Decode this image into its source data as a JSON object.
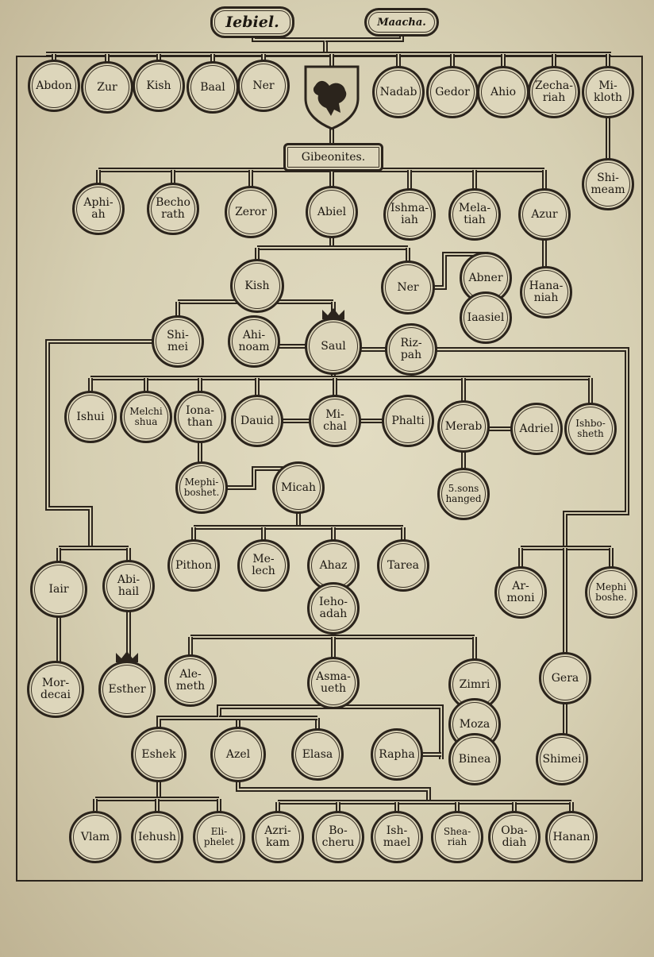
{
  "colors": {
    "ink": "#2b241c",
    "paper": "#ddd6bb",
    "background": "#d6cfb2"
  },
  "header": {
    "left_name": "Iebiel.",
    "right_name": "Maacha."
  },
  "crest": {
    "icon": "heraldic-shield-icon"
  },
  "banner": {
    "label": "Gibeonites."
  },
  "nodes": {
    "abdon": "Abdon",
    "zur": "Zur",
    "kish1": "Kish",
    "baal": "Baal",
    "ner1": "Ner",
    "nadab": "Nadab",
    "gedor": "Gedor",
    "ahio": "Ahio",
    "zechariah": "Zecha-\nriah",
    "mikloth": "Mi-\nkloth",
    "shimeam": "Shi-\nmeam",
    "aphiah": "Aphi-\nah",
    "bechorath": "Becho\nrath",
    "zeror": "Zeror",
    "abiel": "Abiel",
    "ishmaiah": "Ishma-\niah",
    "melatiah": "Mela-\ntiah",
    "azur": "Azur",
    "kish2": "Kish",
    "ner2": "Ner",
    "abner": "Abner",
    "iaasiel": "Iaasiel",
    "hananiah": "Hana-\nniah",
    "shimei1": "Shi-\nmei",
    "ahinoam": "Ahi-\nnoam",
    "saul": "Saul",
    "rizpah": "Riz-\npah",
    "ishui": "Ishui",
    "melchishua": "Melchi\nshua",
    "ionathan": "Iona-\nthan",
    "dauid": "Dauid",
    "michal": "Mi-\nchal",
    "phalti": "Phalti",
    "merab": "Merab",
    "adriel": "Adriel",
    "ishbosheth": "Ishbo-\nsheth",
    "mephibosheth1": "Mephi-\nboshet.",
    "micah": "Micah",
    "fivesons": "5.sons\nhanged",
    "iair": "Iair",
    "abihail": "Abi-\nhail",
    "pithon": "Pithon",
    "melech": "Me-\nlech",
    "ahaz": "Ahaz",
    "tarea": "Tarea",
    "iehoadah": "Ieho-\nadah",
    "armoni": "Ar-\nmoni",
    "mephibosheth2": "Mephi\nboshe.",
    "mordecai": "Mor-\ndecai",
    "esther": "Esther",
    "alemeth": "Ale-\nmeth",
    "asmaueth": "Asma-\nueth",
    "zimri": "Zimri",
    "gera": "Gera",
    "moza": "Moza",
    "eshek": "Eshek",
    "azel": "Azel",
    "eleasa": "Elasa",
    "rapha": "Rapha",
    "binea": "Binea",
    "shimei2": "Shimei",
    "vlam": "Vlam",
    "iehush": "Iehush",
    "eliphelet": "Eli-\nphelet",
    "azrikam": "Azri-\nkam",
    "bocheru": "Bo-\ncheru",
    "ishmael": "Ish-\nmael",
    "sheariah": "Shea-\nriah",
    "obadiah": "Oba-\ndiah",
    "hanan": "Hanan"
  }
}
